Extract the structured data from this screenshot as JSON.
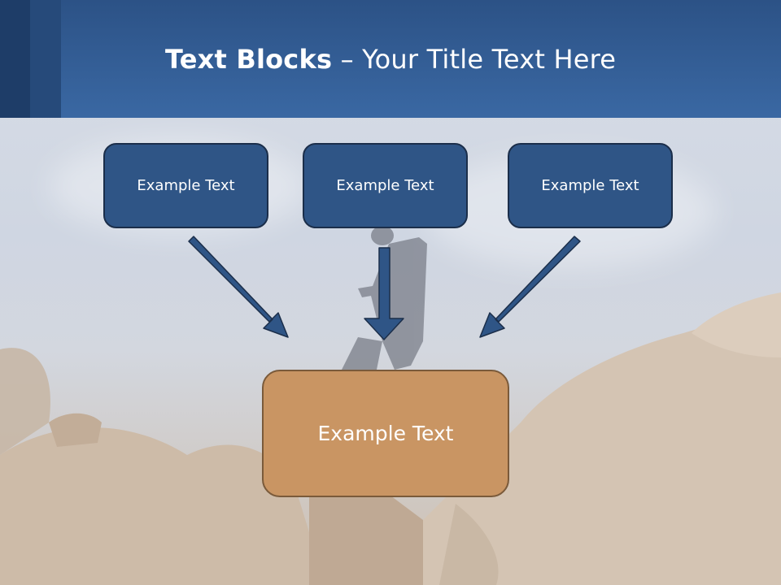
{
  "title": {
    "bold": "Text Blocks",
    "dash": " – ",
    "rest": "Your Title Text Here"
  },
  "boxes": {
    "top_left": "Example Text",
    "top_center": "Example Text",
    "top_right": "Example Text",
    "bottom": "Example Text"
  },
  "colors": {
    "header": "#3a68a3",
    "box_blue": "#2f5586",
    "box_orange": "#c99563",
    "arrow": "#2f5586"
  }
}
